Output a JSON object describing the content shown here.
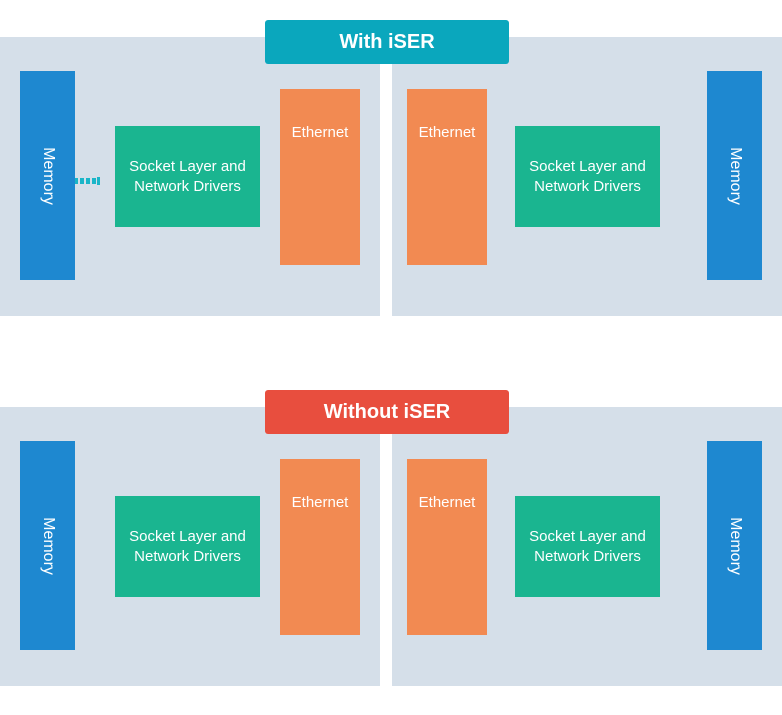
{
  "top": {
    "title": "With iSER",
    "title_color": "#0aa7bd",
    "left": {
      "memory": "Memory",
      "socket": "Socket Layer and\nNetwork Drivers",
      "ethernet": "Ethernet"
    },
    "right": {
      "memory": "Memory",
      "socket": "Socket Layer and\nNetwork Drivers",
      "ethernet": "Ethernet"
    }
  },
  "bottom": {
    "title": "Without iSER",
    "title_color": "#e84e3e",
    "left": {
      "memory": "Memory",
      "socket": "Socket Layer and\nNetwork Drivers",
      "ethernet": "Ethernet"
    },
    "right": {
      "memory": "Memory",
      "socket": "Socket Layer and\nNetwork Drivers",
      "ethernet": "Ethernet"
    }
  },
  "colors": {
    "memory": "#1e88d0",
    "socket": "#1ab590",
    "ethernet": "#f28a52",
    "panel": "#d5dfe9",
    "connector": "#1ab5c8"
  }
}
